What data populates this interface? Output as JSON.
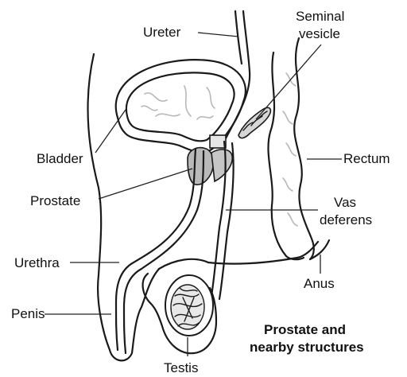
{
  "labels": {
    "ureter": "Ureter",
    "seminal_vesicle_line1": "Seminal",
    "seminal_vesicle_line2": "vesicle",
    "bladder": "Bladder",
    "rectum": "Rectum",
    "prostate": "Prostate",
    "vas_deferens_line1": "Vas",
    "vas_deferens_line2": "deferens",
    "urethra": "Urethra",
    "anus": "Anus",
    "penis": "Penis",
    "testis": "Testis"
  },
  "caption": {
    "line1": "Prostate and",
    "line2": "nearby structures"
  },
  "colors": {
    "ink": "#1a1a1a",
    "prostate_fill": "#b9b9b9",
    "seminal_vesicle_fill": "#d6d6d6",
    "bladder_folds": "#b8b8b8",
    "background": "#ffffff"
  }
}
